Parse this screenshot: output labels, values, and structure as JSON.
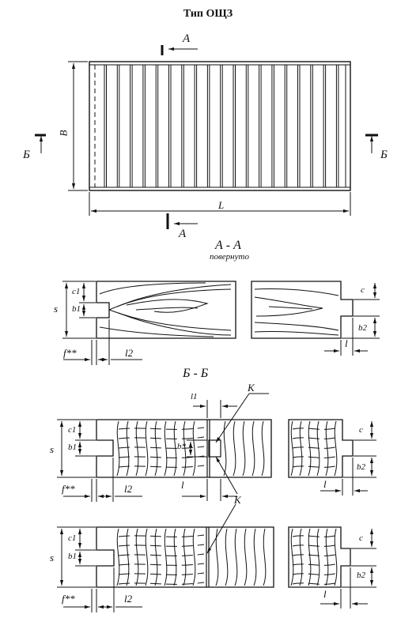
{
  "title": "Тип ОЩЗ",
  "plan": {
    "section_a": "А",
    "section_b": "Б",
    "width_label": "В",
    "length_label": "L"
  },
  "section_aa": {
    "heading": "А - А",
    "note": "повернуто",
    "s": "s",
    "c1": "c1",
    "b1": "b1",
    "f": "f**",
    "l2": "l2",
    "c": "c",
    "b2": "b2",
    "l": "l"
  },
  "section_bb": {
    "heading": "Б - Б",
    "l1": "l1",
    "k": "K",
    "b_star": "b*",
    "s": "s",
    "c1": "c1",
    "b1": "b1",
    "f": "f**",
    "l2": "l2",
    "l": "l",
    "c": "c",
    "b2": "b2"
  },
  "colors": {
    "line": "#111111",
    "paper": "#ffffff"
  }
}
